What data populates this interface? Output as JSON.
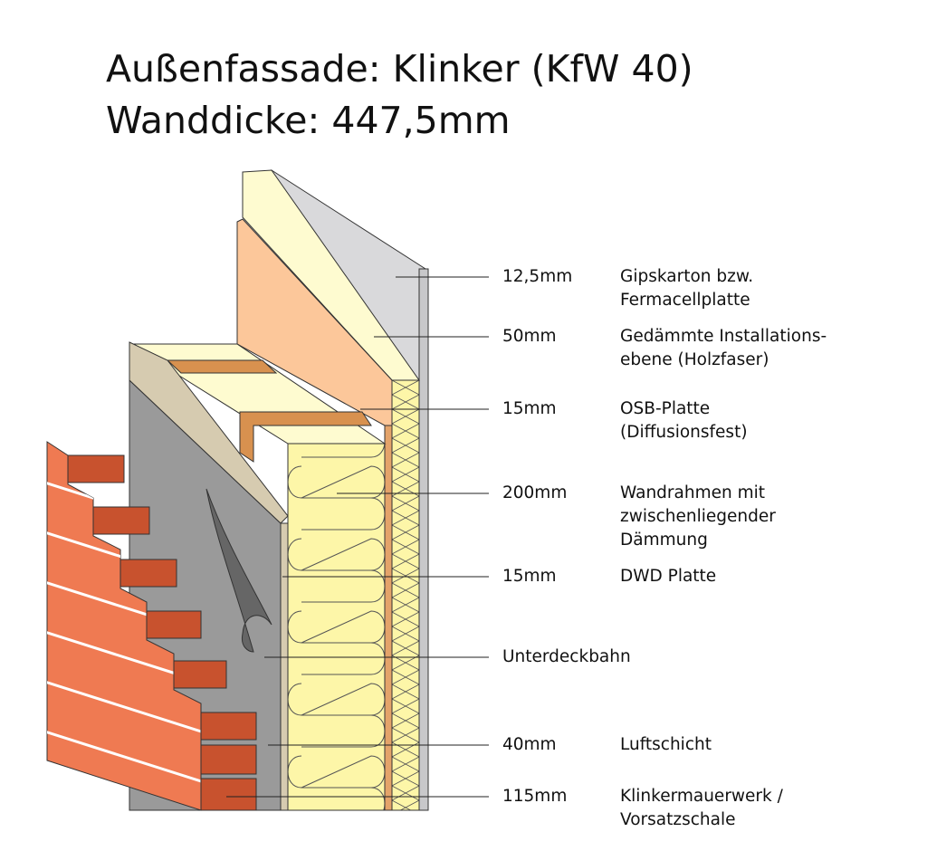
{
  "title": {
    "line1": "Außenfassade: Klinker (KfW 40)",
    "line2": "Wanddicke: 447,5mm"
  },
  "layers": [
    {
      "thickness": "12,5mm",
      "lines": [
        "Gipskarton bzw.",
        "Fermacellplatte"
      ]
    },
    {
      "thickness": "50mm",
      "lines": [
        "Gedämmte Installations-",
        "ebene (Holzfaser)"
      ]
    },
    {
      "thickness": "15mm",
      "lines": [
        "OSB-Platte",
        "(Diffusionsfest)"
      ]
    },
    {
      "thickness": "200mm",
      "lines": [
        "Wandrahmen mit",
        "zwischenliegender",
        "Dämmung"
      ]
    },
    {
      "thickness": "15mm",
      "lines": [
        "DWD Platte"
      ]
    },
    {
      "thickness": "",
      "lines": [
        "Unterdeckbahn"
      ]
    },
    {
      "thickness": "40mm",
      "lines": [
        "Luftschicht"
      ]
    },
    {
      "thickness": "115mm",
      "lines": [
        "Klinkermauerwerk /",
        "Vorsatzschale"
      ]
    }
  ],
  "colors": {
    "gypsum": "#d9d9db",
    "insulation": "#fdf6a8",
    "wood_fiber": "#fefbd0",
    "osb": "#fcc79a",
    "frame": "#d8914f",
    "dwd": "#d6cbb0",
    "membrane": "#9a9a9a",
    "brick_face": "#ef7a52",
    "brick_top": "#c8522e"
  }
}
